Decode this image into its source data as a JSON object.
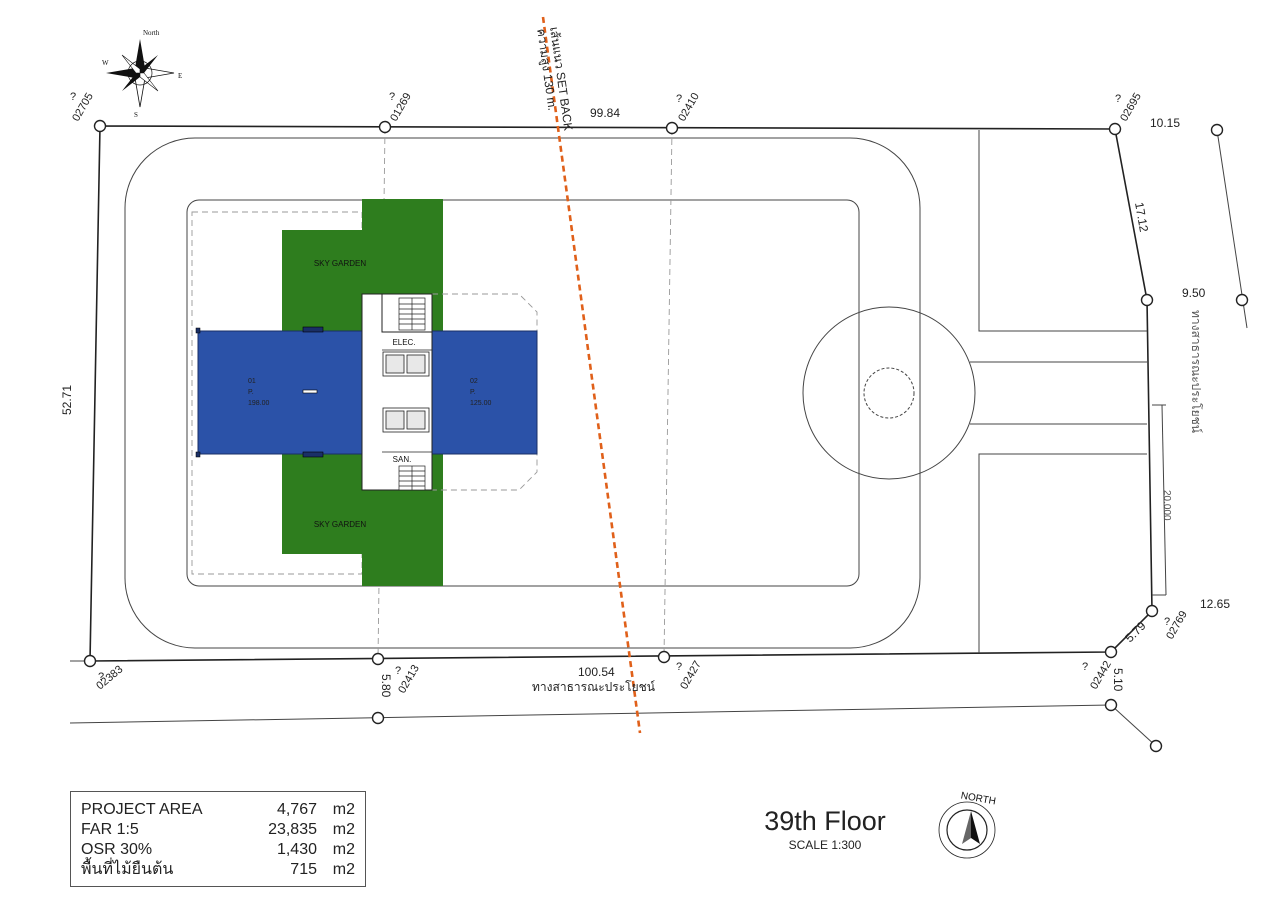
{
  "site": {
    "dimensions": {
      "top": "99.84",
      "top_right": "10.15",
      "right_diag": "17.12",
      "right_mid": "9.50",
      "right_bottom": "12.65",
      "left": "52.71",
      "bottom": "100.54",
      "bottom_small": "5.80",
      "corner_a": "5.79",
      "corner_b": "5.10",
      "road_width": "20.000"
    },
    "points": {
      "tl": "02705",
      "t1": "01269",
      "t2": "02410",
      "tr": "02695",
      "bl": "02383",
      "b1": "02413",
      "b2": "02427",
      "br": "02442",
      "rb": "02769"
    },
    "point_prefix": "?",
    "setback_line1": "เส้นแนว SET BACK",
    "setback_line2": "ความสูง 130 m.",
    "public_road_bottom": "ทางสาธารณะประโยชน์",
    "public_road_right": "ทางสาธารณะประโยชน์",
    "colors": {
      "garden": "#2e7d1e",
      "unit": "#2b52a8",
      "setback": "#e0601a"
    }
  },
  "building": {
    "sky_garden_top": "SKY GARDEN",
    "sky_garden_bottom": "SKY GARDEN",
    "elec": "ELEC.",
    "san": "SAN.",
    "unit1": {
      "id": "01",
      "type": "P.",
      "area": "198.00"
    },
    "unit2": {
      "id": "02",
      "type": "P.",
      "area": "125.00"
    }
  },
  "compass_top": {
    "n": "North",
    "e": "E",
    "w": "W",
    "s": "S"
  },
  "compass_bottom": {
    "north": "NORTH"
  },
  "summary": {
    "rows": [
      {
        "label": "PROJECT   AREA",
        "value": "4,767",
        "unit": "m2"
      },
      {
        "label": "FAR 1:5",
        "value": "23,835",
        "unit": "m2"
      },
      {
        "label": "OSR 30%",
        "value": "1,430",
        "unit": "m2"
      },
      {
        "label": "พื้นที่ไม้ยืนต้น",
        "value": "715",
        "unit": "m2"
      }
    ]
  },
  "title": {
    "floor": "39th Floor",
    "scale": "SCALE 1:300"
  }
}
